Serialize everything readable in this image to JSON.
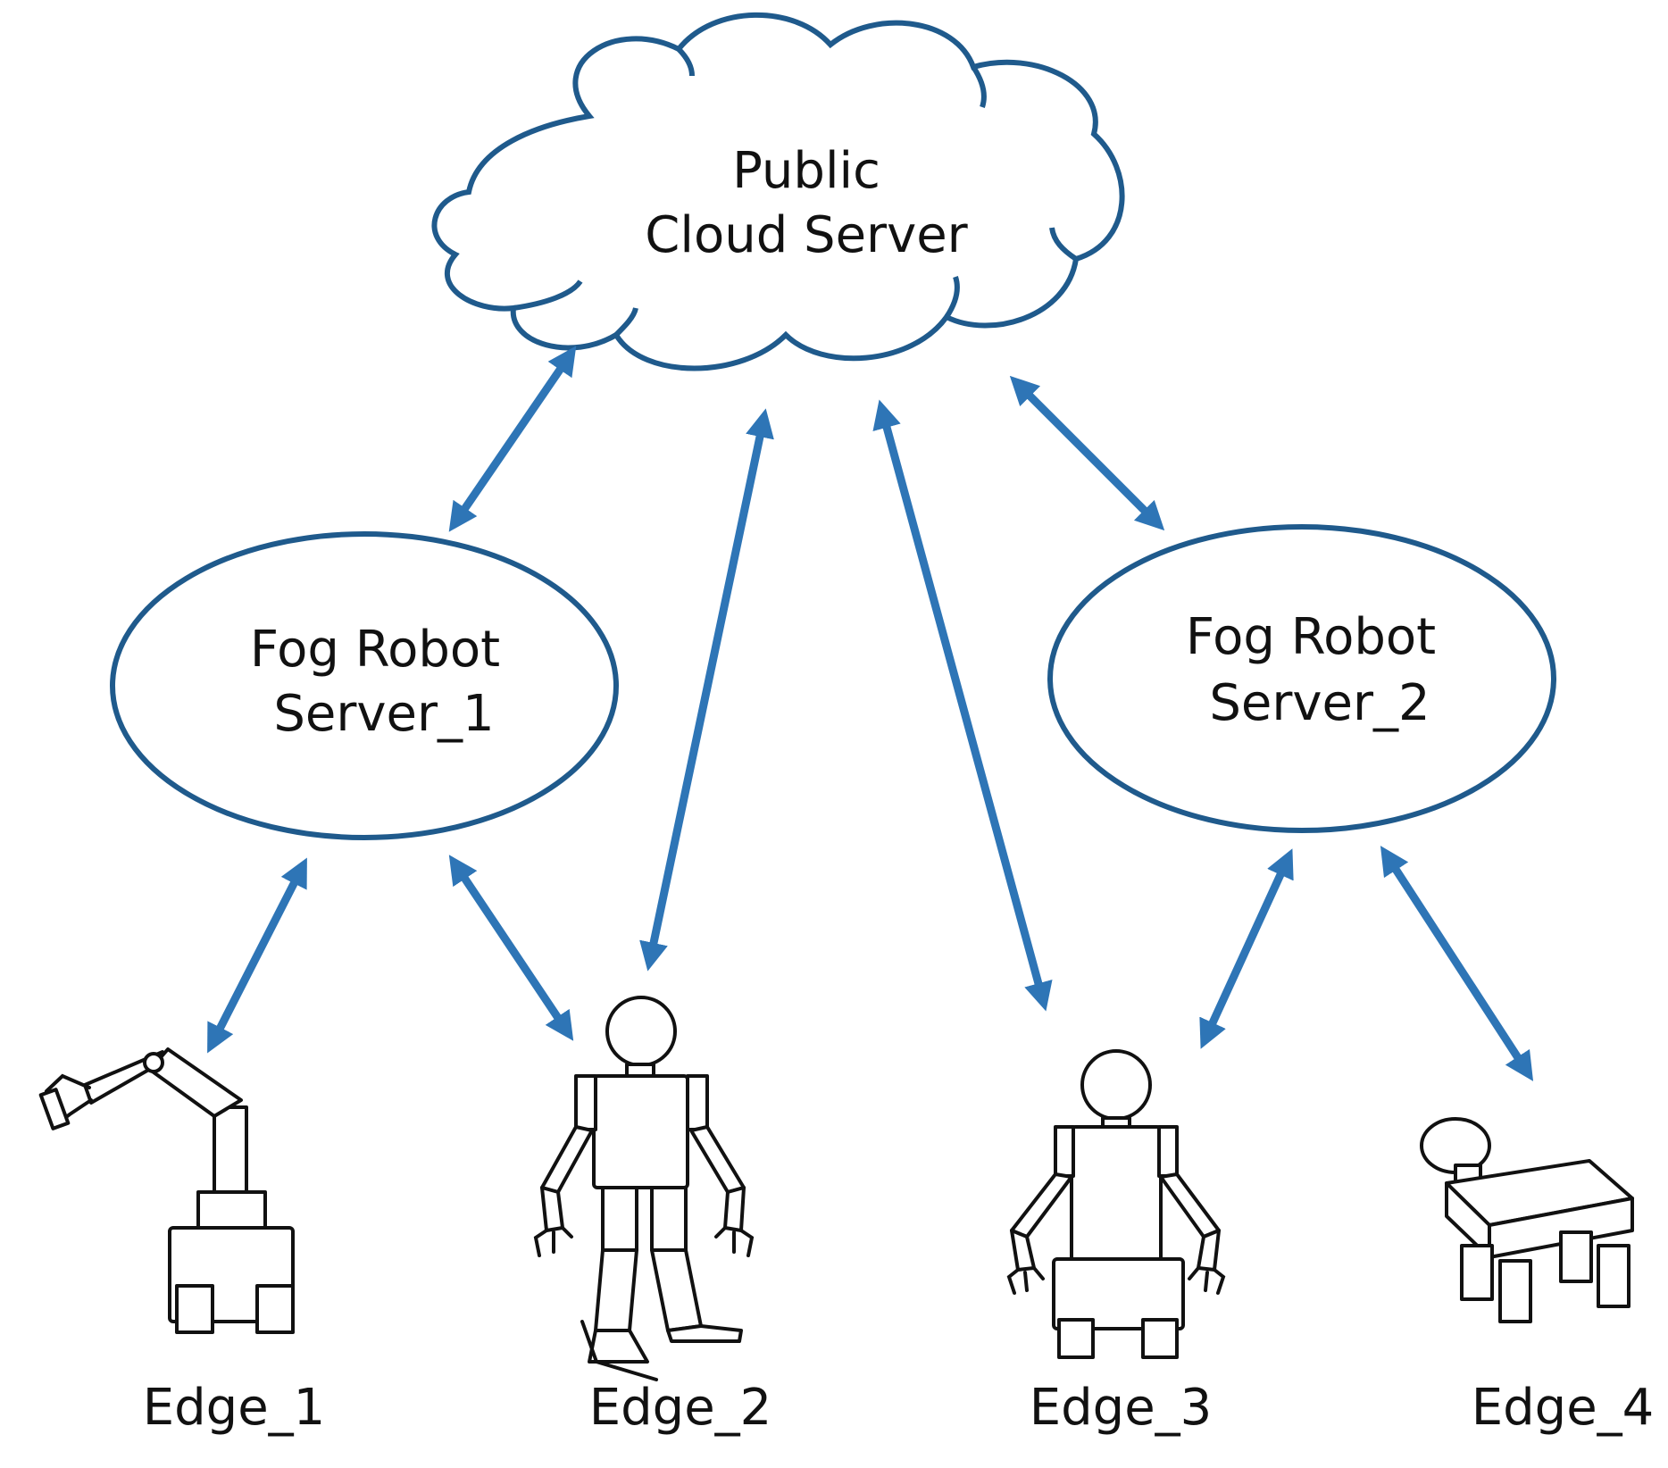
{
  "colors": {
    "connection": "#2e75b6",
    "node_outline": "#1f5a8c",
    "robot_line": "#111111",
    "background": "#ffffff"
  },
  "cloud": {
    "line1": "Public",
    "line2": "Cloud Server"
  },
  "fog_servers": [
    {
      "line1": "Fog Robot",
      "line2": "Server_1"
    },
    {
      "line1": "Fog Robot",
      "line2": "Server_2"
    }
  ],
  "edges": [
    {
      "label": "Edge_1",
      "icon": "robot-arm-icon"
    },
    {
      "label": "Edge_2",
      "icon": "humanoid-robot-icon"
    },
    {
      "label": "Edge_3",
      "icon": "wheeled-humanoid-robot-icon"
    },
    {
      "label": "Edge_4",
      "icon": "quadruped-robot-icon"
    }
  ],
  "connections": [
    {
      "from": "Public Cloud Server",
      "to": "Fog Robot Server_1",
      "type": "bidirectional"
    },
    {
      "from": "Public Cloud Server",
      "to": "Edge_2",
      "type": "bidirectional"
    },
    {
      "from": "Public Cloud Server",
      "to": "Edge_3",
      "type": "bidirectional"
    },
    {
      "from": "Public Cloud Server",
      "to": "Fog Robot Server_2",
      "type": "bidirectional"
    },
    {
      "from": "Fog Robot Server_1",
      "to": "Edge_1",
      "type": "bidirectional"
    },
    {
      "from": "Fog Robot Server_1",
      "to": "Edge_2",
      "type": "bidirectional"
    },
    {
      "from": "Fog Robot Server_2",
      "to": "Edge_3",
      "type": "bidirectional"
    },
    {
      "from": "Fog Robot Server_2",
      "to": "Edge_4",
      "type": "bidirectional"
    }
  ]
}
